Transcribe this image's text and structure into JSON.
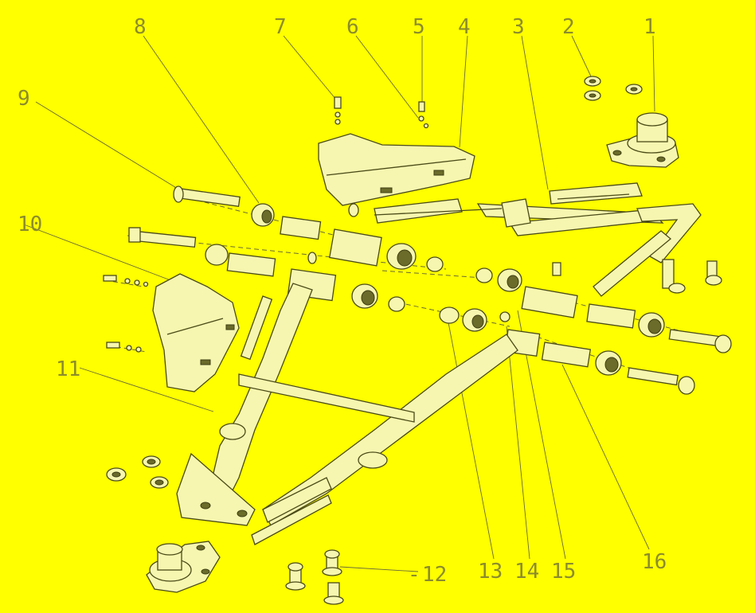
{
  "background_color": "#ffff00",
  "line_color": "#4a4a18",
  "label_color": "#8c8c2c",
  "callouts": [
    "1",
    "2",
    "3",
    "4",
    "5",
    "6",
    "7",
    "8",
    "9",
    "10",
    "11",
    "12",
    "13",
    "14",
    "15",
    "16"
  ]
}
